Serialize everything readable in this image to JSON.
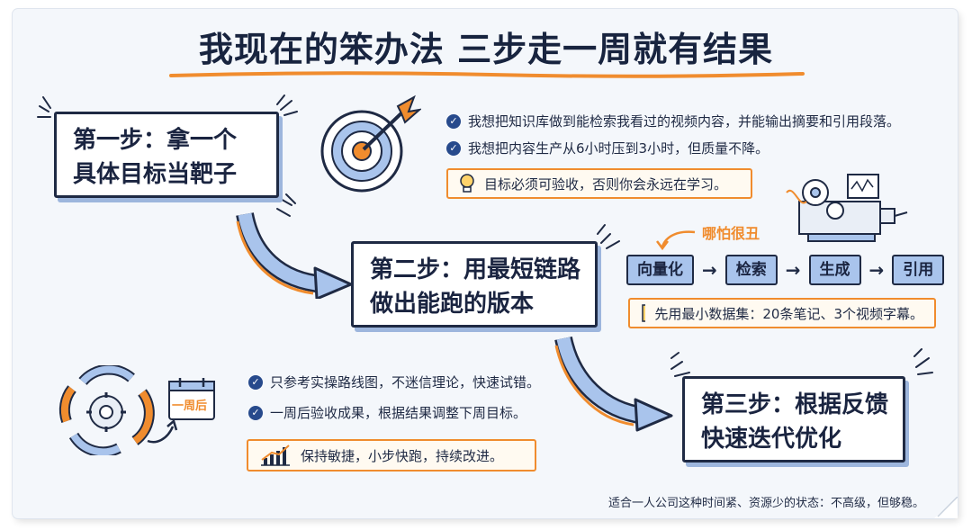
{
  "title": "我现在的笨办法 三步走一周就有结果",
  "step1": {
    "line1": "第一步：拿一个",
    "line2": "具体目标当靶子",
    "checks": [
      "我想把知识库做到能检索我看过的视频内容，并能输出摘要和引用段落。",
      "我想把内容生产从6小时压到3小时，但质量不降。"
    ],
    "note": "目标必须可验收，否则你会永远在学习。"
  },
  "step2": {
    "line1": "第二步：用最短链路",
    "line2": "做出能跑的版本",
    "annotation": "哪怕很丑",
    "pipeline": [
      "向量化",
      "检索",
      "生成",
      "引用"
    ],
    "note": "先用最小数据集：20条笔记、3个视频字幕。"
  },
  "step3": {
    "line1": "第三步：根据反馈",
    "line2": "快速迭代优化",
    "calendar_label": "一周后",
    "checks": [
      "只参考实操路线图，不迷信理论，快速试错。",
      "一周后验收成果，根据结果调整下周目标。"
    ],
    "note": "保持敏捷，小步快跑，持续改进。"
  },
  "footer": "适合一人公司这种时间紧、资源少的状态：不高级，但够稳。",
  "colors": {
    "navy": "#1f2a44",
    "accent_orange": "#f08c2e",
    "accent_blue": "#a9c4ec",
    "background": "#f4f7fb"
  },
  "icons": [
    "target-icon",
    "lightbulb-icon",
    "machine-icon",
    "note-icon",
    "cycle-icon",
    "calendar-icon",
    "chart-icon",
    "check-icon"
  ]
}
